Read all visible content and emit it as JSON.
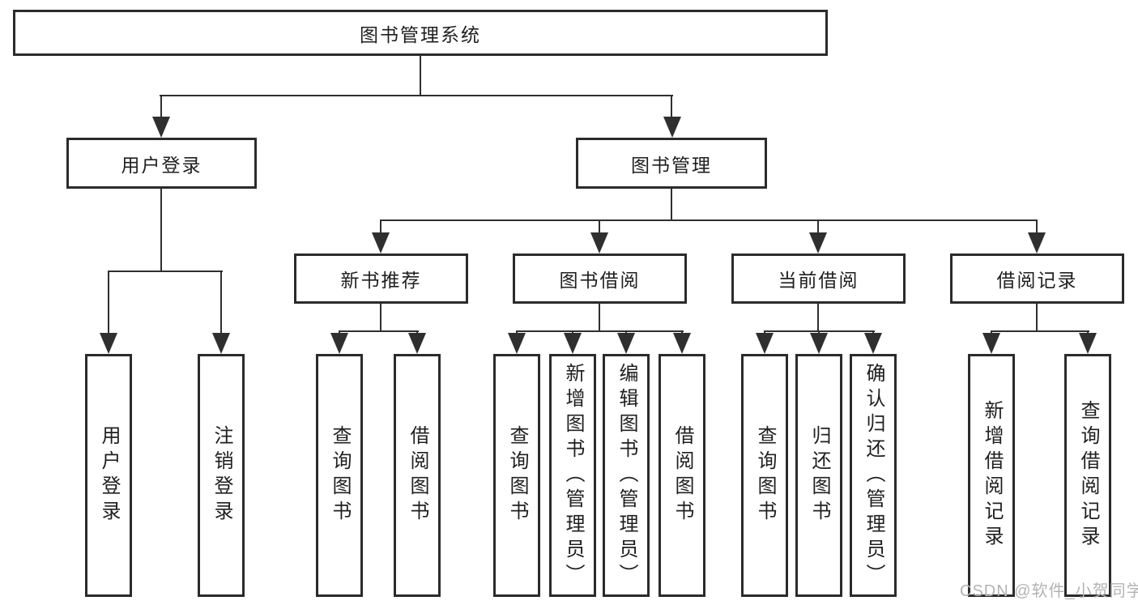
{
  "diagram": {
    "title": "图书管理系统",
    "level1": [
      {
        "label": "用户登录"
      },
      {
        "label": "图书管理"
      }
    ],
    "level2": [
      {
        "label": "新书推荐"
      },
      {
        "label": "图书借阅"
      },
      {
        "label": "当前借阅"
      },
      {
        "label": "借阅记录"
      }
    ],
    "leaves": [
      {
        "label": "用户登录"
      },
      {
        "label": "注销登录"
      },
      {
        "label": "查询图书"
      },
      {
        "label": "借阅图书"
      },
      {
        "label": "查询图书"
      },
      {
        "label": "新增图书（管理员）"
      },
      {
        "label": "编辑图书（管理员）"
      },
      {
        "label": "借阅图书"
      },
      {
        "label": "查询图书"
      },
      {
        "label": "归还图书"
      },
      {
        "label": "确认归还（管理员）"
      },
      {
        "label": "新增借阅记录"
      },
      {
        "label": "查询借阅记录"
      }
    ],
    "colors": {
      "line": "#2f2f2f",
      "border": "#2b2b2b",
      "text": "#1f1f1f",
      "background": "#ffffff",
      "watermark": "#b3b3b3"
    }
  },
  "watermark": {
    "text": "CSDN @软件_小贺同学"
  }
}
